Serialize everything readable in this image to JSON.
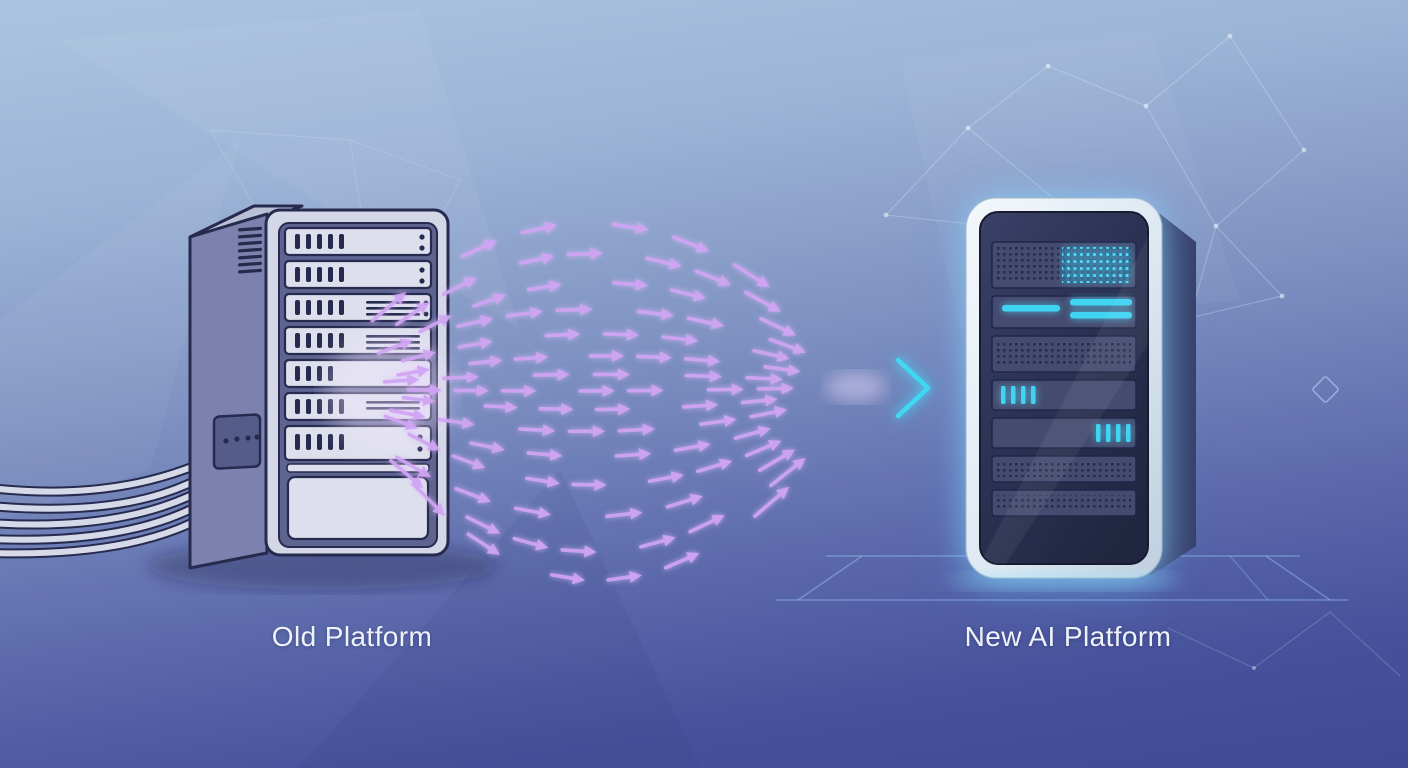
{
  "scene": {
    "left_server": {
      "label": "Old Platform",
      "style": "legacy-tower-server",
      "rack_unit_count": 7,
      "cable_count": 5
    },
    "right_server": {
      "label": "New AI Platform",
      "style": "modern-ai-server",
      "rack_unit_count": 7
    },
    "flow": {
      "direction": "left-to-right",
      "motif": "data-migration-arrow-stream"
    }
  },
  "colors": {
    "background_top": "#abc5e0",
    "background_bottom": "#3f4a94",
    "accent_cyan": "#3fd9f2",
    "arrow": "#d0a4f4",
    "arrow_bright": "#e9d6fb",
    "outline_navy": "#262a4e",
    "old_server_body": "#d7dbe9",
    "old_server_side": "#7c82ad",
    "new_server_bezel": "#e9f0f8",
    "new_server_screen": "#2b3152",
    "label_text": "#eef2fa"
  }
}
